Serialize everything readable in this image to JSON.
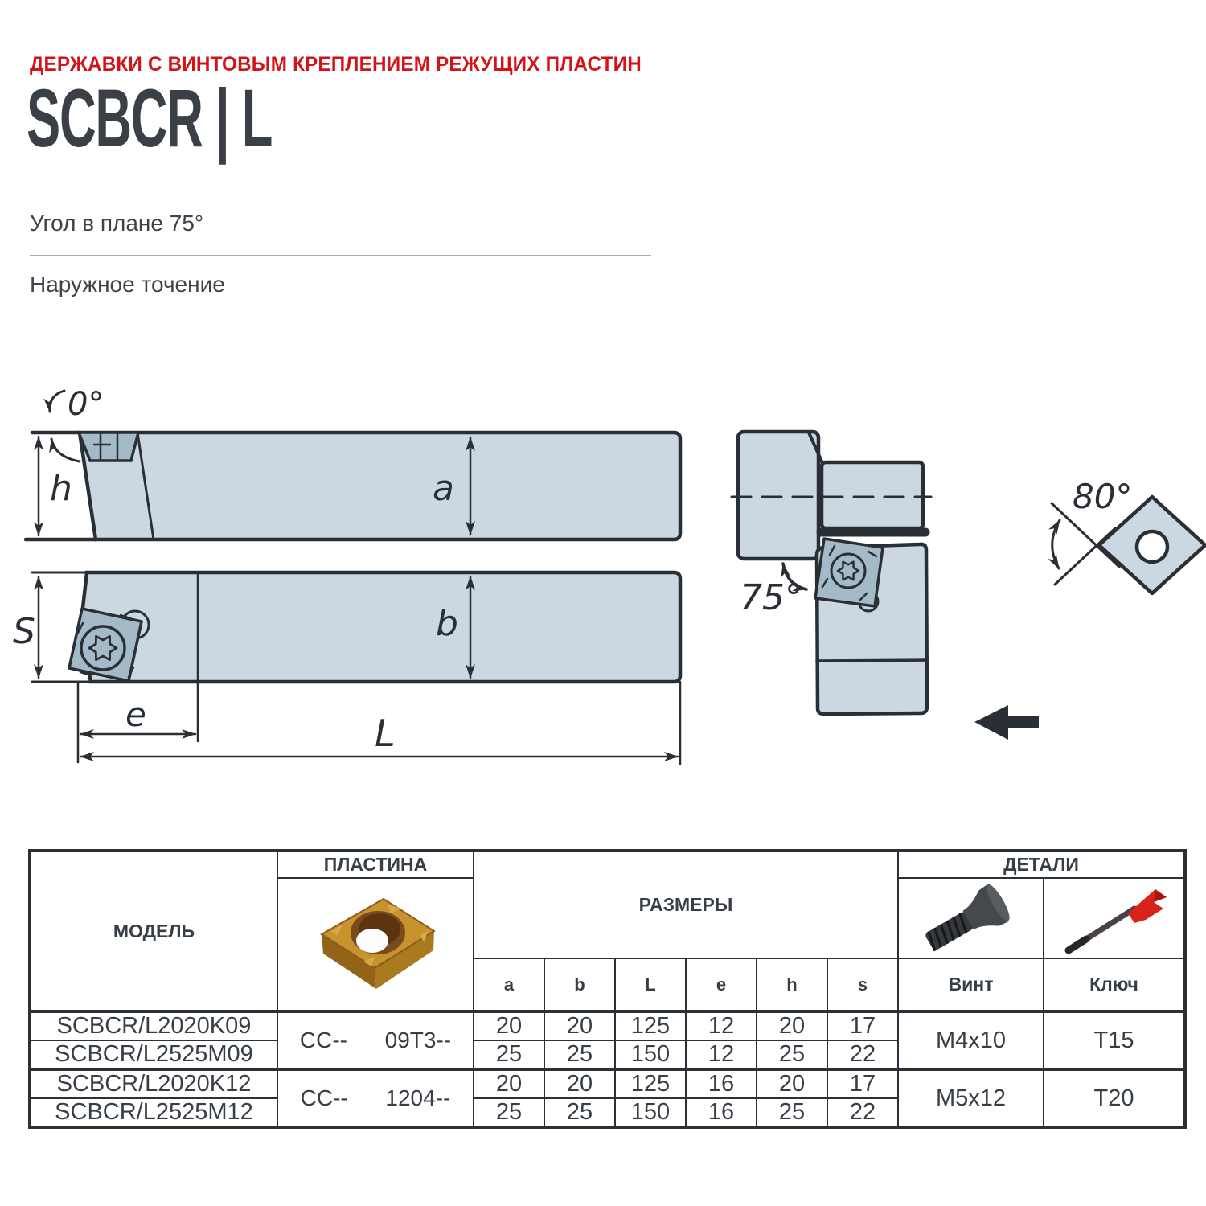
{
  "page": {
    "eyebrow": "ДЕРЖАВКИ С ВИНТОВЫМ КРЕПЛЕНИЕМ РЕЖУЩИХ ПЛАСТИН",
    "title": "SCBCR | L",
    "subtitle": "Угол в плане 75°",
    "operation": "Наружное точение"
  },
  "drawing": {
    "labels": {
      "back_angle": "0°",
      "h": "h",
      "a": "a",
      "s_dim": "S",
      "b": "b",
      "e": "e",
      "l_dim": "L",
      "main_angle": "75°",
      "insert_angle": "80°"
    },
    "colors": {
      "body_fill": "#cbd8e2",
      "insert_fill": "#a3bac9",
      "line": "#2a2f35"
    }
  },
  "table": {
    "headers": {
      "model": "МОДЕЛЬ",
      "plate": "ПЛАСТИНА",
      "dims": "РАЗМЕРЫ",
      "parts": "ДЕТАЛИ",
      "screw": "Винт",
      "key": "Ключ"
    },
    "dim_cols": [
      "a",
      "b",
      "L",
      "e",
      "h",
      "s"
    ],
    "groups": [
      {
        "plate": "CC--      09T3--",
        "screw": "M4x10",
        "key": "T15",
        "rows": [
          {
            "model": "SCBCR/L2020K09",
            "dims": [
              "20",
              "20",
              "125",
              "12",
              "20",
              "17"
            ]
          },
          {
            "model": "SCBCR/L2525M09",
            "dims": [
              "25",
              "25",
              "150",
              "12",
              "25",
              "22"
            ]
          }
        ]
      },
      {
        "plate": "CC--      1204--",
        "screw": "M5x12",
        "key": "T20",
        "rows": [
          {
            "model": "SCBCR/L2020K12",
            "dims": [
              "20",
              "20",
              "125",
              "16",
              "20",
              "17"
            ]
          },
          {
            "model": "SCBCR/L2525M12",
            "dims": [
              "25",
              "25",
              "150",
              "16",
              "25",
              "22"
            ]
          }
        ]
      }
    ]
  }
}
